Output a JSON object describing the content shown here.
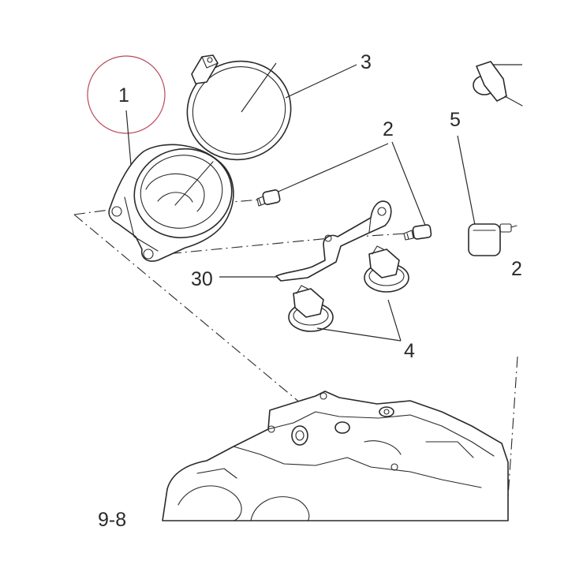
{
  "callouts": {
    "c1": "1",
    "c2": "2",
    "c2_right": "2",
    "c3": "3",
    "c4": "4",
    "c5": "5",
    "c30": "30",
    "page_number": "9-8"
  },
  "colors": {
    "highlight_circle": "#b8485a",
    "line": "#2a2a2a",
    "background": "#ffffff"
  }
}
